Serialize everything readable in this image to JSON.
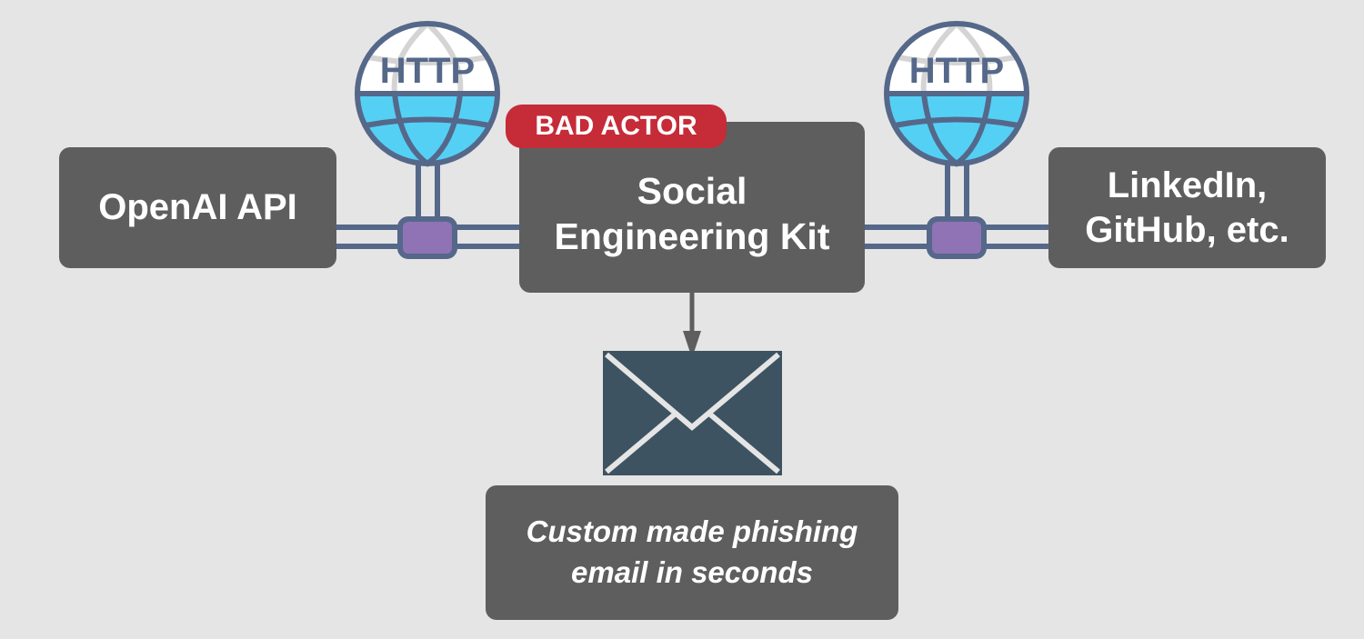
{
  "nodes": {
    "openai": "OpenAI API",
    "kit_line1": "Social",
    "kit_line2": "Engineering Kit",
    "badge": "BAD ACTOR",
    "sources_line1": "LinkedIn,",
    "sources_line2": "GitHub, etc.",
    "output_line1": "Custom made phishing",
    "output_line2": "email in seconds"
  },
  "globe_label": "HTTP",
  "colors": {
    "background": "#e5e5e5",
    "box": "#5e5e5e",
    "badge": "#c62b38",
    "globe_outline": "#55688a",
    "globe_water": "#55d0f5",
    "connector": "#9073b5",
    "envelope": "#3d5361"
  }
}
